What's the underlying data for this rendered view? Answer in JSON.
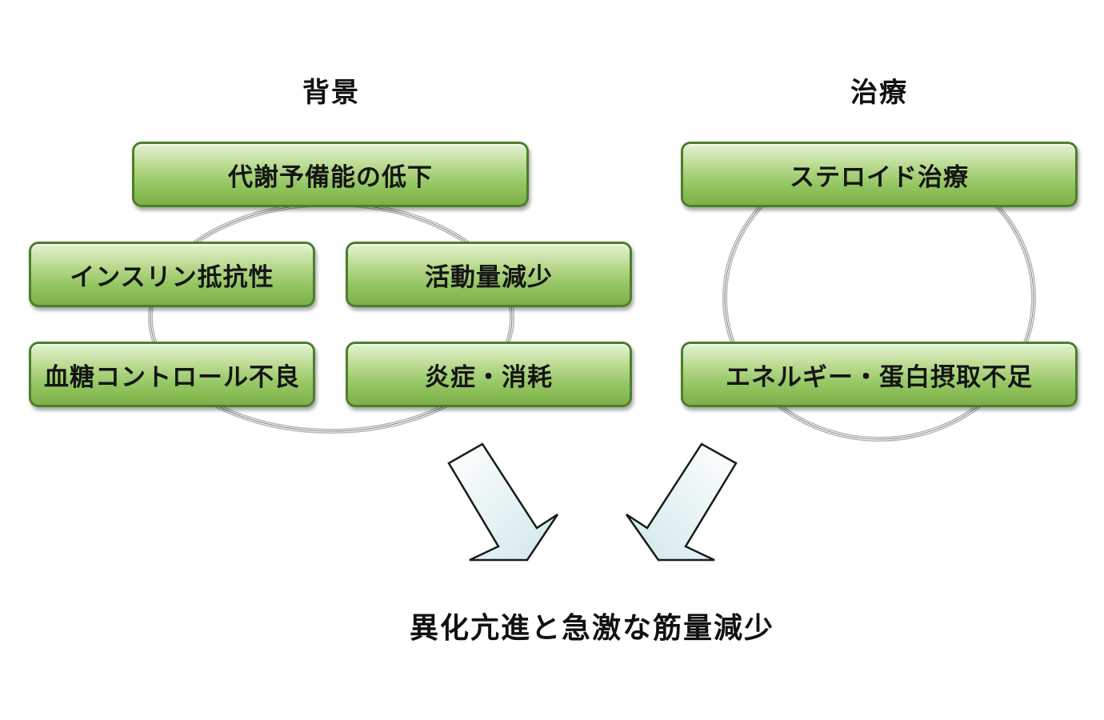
{
  "background": {
    "heading": "背景",
    "boxes": {
      "top": "代謝予備能の低下",
      "middle_left": "インスリン抵抗性",
      "middle_right": "活動量減少",
      "bottom_left": "血糖コントロール不良",
      "bottom_right": "炎症・消耗"
    }
  },
  "treatment": {
    "heading": "治療",
    "boxes": {
      "top": "ステロイド治療",
      "bottom": "エネルギー・蛋白摂取不足"
    }
  },
  "result": "異化亢進と急激な筋量減少",
  "colors": {
    "box_fill": "#93c561",
    "box_border": "#4b7f2b",
    "arrow_fill": "#d9eef0",
    "cycle_line": "#888888"
  },
  "icons": {
    "cycle": "cycle-ring",
    "arrows": "down-arrow"
  }
}
